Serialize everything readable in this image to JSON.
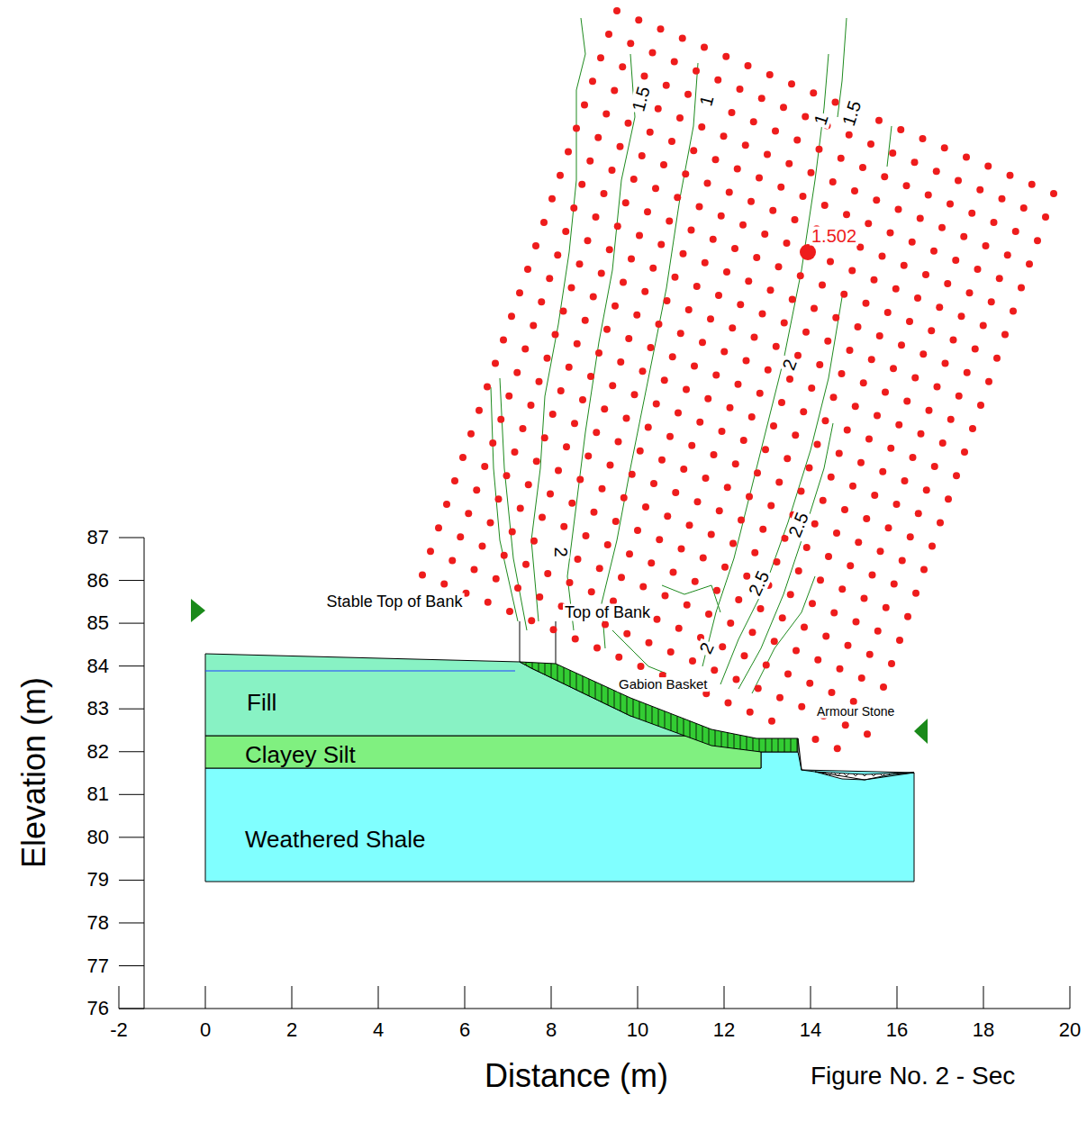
{
  "diagram": {
    "caption": "Figure No. 2 - Sec",
    "nodes": [
      {
        "text": [
          "Fill"
        ]
      },
      {
        "text": [
          "Clayey Silt"
        ]
      },
      {
        "text": [
          "Weathered Shale"
        ]
      }
    ],
    "labels": [
      "Stable Top of Bank",
      "Top of Bank",
      "Gabion Basket",
      "Armour Stone",
      "1.502",
      "1.5",
      "1",
      "1",
      "1.5",
      "2",
      "2.5",
      "2.5",
      "2",
      "2",
      "87",
      "86",
      "85",
      "84",
      "83",
      "82",
      "81",
      "80",
      "79",
      "78",
      "77",
      "76",
      "-2",
      "0",
      "2",
      "4",
      "6",
      "8",
      "10",
      "12",
      "14",
      "16",
      "18",
      "20",
      "Elevation (m)",
      "Distance (m)"
    ]
  }
}
